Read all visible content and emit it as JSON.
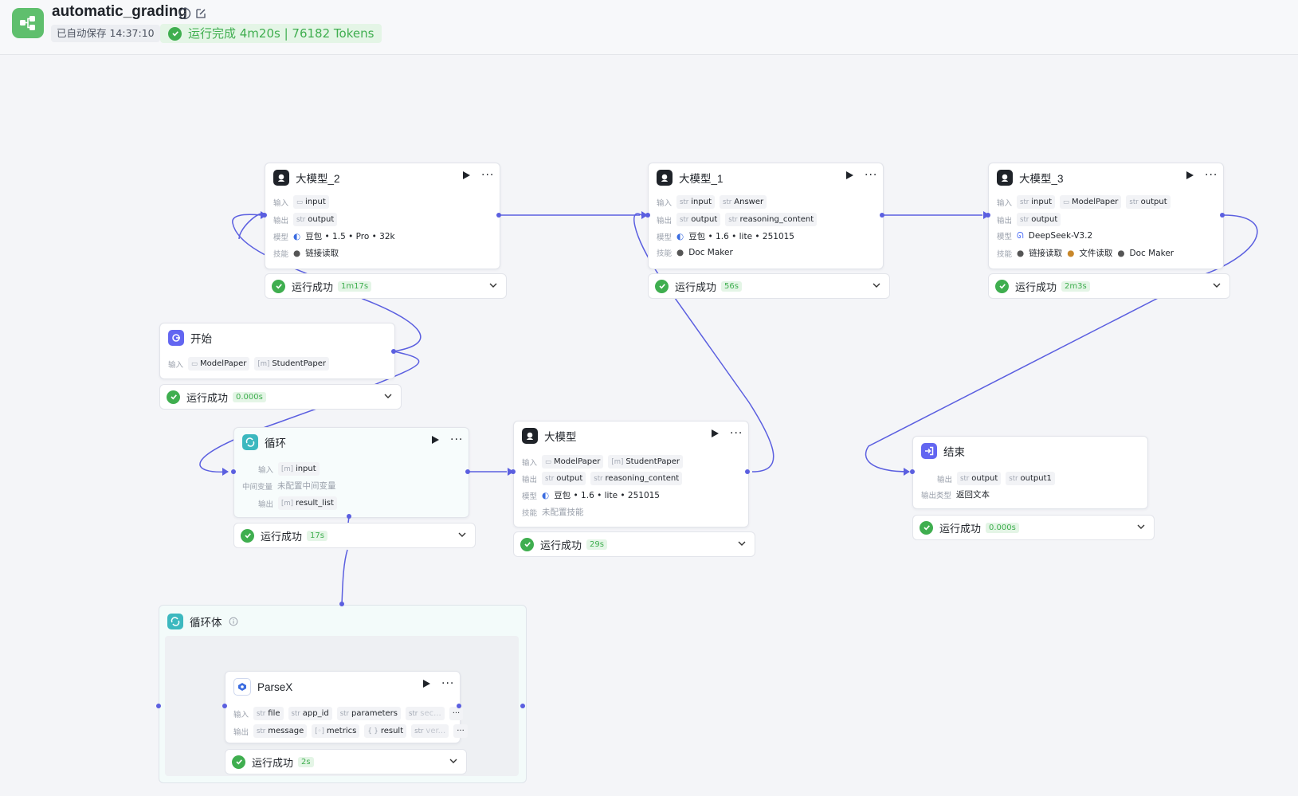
{
  "header": {
    "title": "automatic_grading",
    "autosave": "已自动保存 14:37:10",
    "run_summary": "运行完成 4m20s | 76182 Tokens"
  },
  "labels": {
    "input": "输入",
    "output": "输出",
    "model": "模型",
    "skill": "技能",
    "mid_var": "中间变量",
    "output_type": "输出类型",
    "success": "运行成功",
    "str": "str",
    "arr": "[m]"
  },
  "nodes": {
    "llm2": {
      "title": "大模型_2",
      "input": [
        "input"
      ],
      "output": [
        "output"
      ],
      "model": "豆包 • 1.5 • Pro • 32k",
      "skills": [
        "链接读取"
      ],
      "time": "1m17s"
    },
    "llm1": {
      "title": "大模型_1",
      "input": [
        "input",
        "Answer"
      ],
      "output": [
        "output",
        "reasoning_content"
      ],
      "model": "豆包 • 1.6 • lite • 251015",
      "skills": [
        "Doc Maker"
      ],
      "time": "56s"
    },
    "llm3": {
      "title": "大模型_3",
      "input": [
        "input",
        "ModelPaper",
        "output"
      ],
      "output": [
        "output"
      ],
      "model": "DeepSeek-V3.2",
      "skills": [
        "链接读取",
        "文件读取",
        "Doc Maker"
      ],
      "time": "2m3s"
    },
    "start": {
      "title": "开始",
      "input": [
        "ModelPaper",
        "StudentPaper"
      ],
      "time": "0.000s"
    },
    "loop": {
      "title": "循环",
      "input": [
        "input"
      ],
      "mid_var": "未配置中间变量",
      "output": [
        "result_list"
      ],
      "time": "17s"
    },
    "llm": {
      "title": "大模型",
      "input": [
        "ModelPaper",
        "StudentPaper"
      ],
      "output": [
        "output",
        "reasoning_content"
      ],
      "model": "豆包 • 1.6 • lite • 251015",
      "skills": "未配置技能",
      "time": "29s"
    },
    "end": {
      "title": "结束",
      "output": [
        "output",
        "output1"
      ],
      "output_type": "返回文本",
      "time": "0.000s"
    },
    "loop_body": {
      "title": "循环体"
    },
    "parsex": {
      "title": "ParseX",
      "input": [
        "file",
        "app_id",
        "parameters",
        "sec..."
      ],
      "output": [
        "message",
        "metrics",
        "result",
        "ver..."
      ],
      "more": "···",
      "time": "2s"
    }
  },
  "colors": {
    "accent": "#5b5fe0",
    "success": "#3fae4f",
    "brand": "#5fbf6d"
  },
  "icons": [
    "info-icon",
    "edit-icon",
    "check-icon",
    "play-icon",
    "more-icon",
    "chevron-down-icon",
    "llm-icon",
    "start-icon",
    "loop-icon",
    "end-icon",
    "parsex-icon"
  ]
}
